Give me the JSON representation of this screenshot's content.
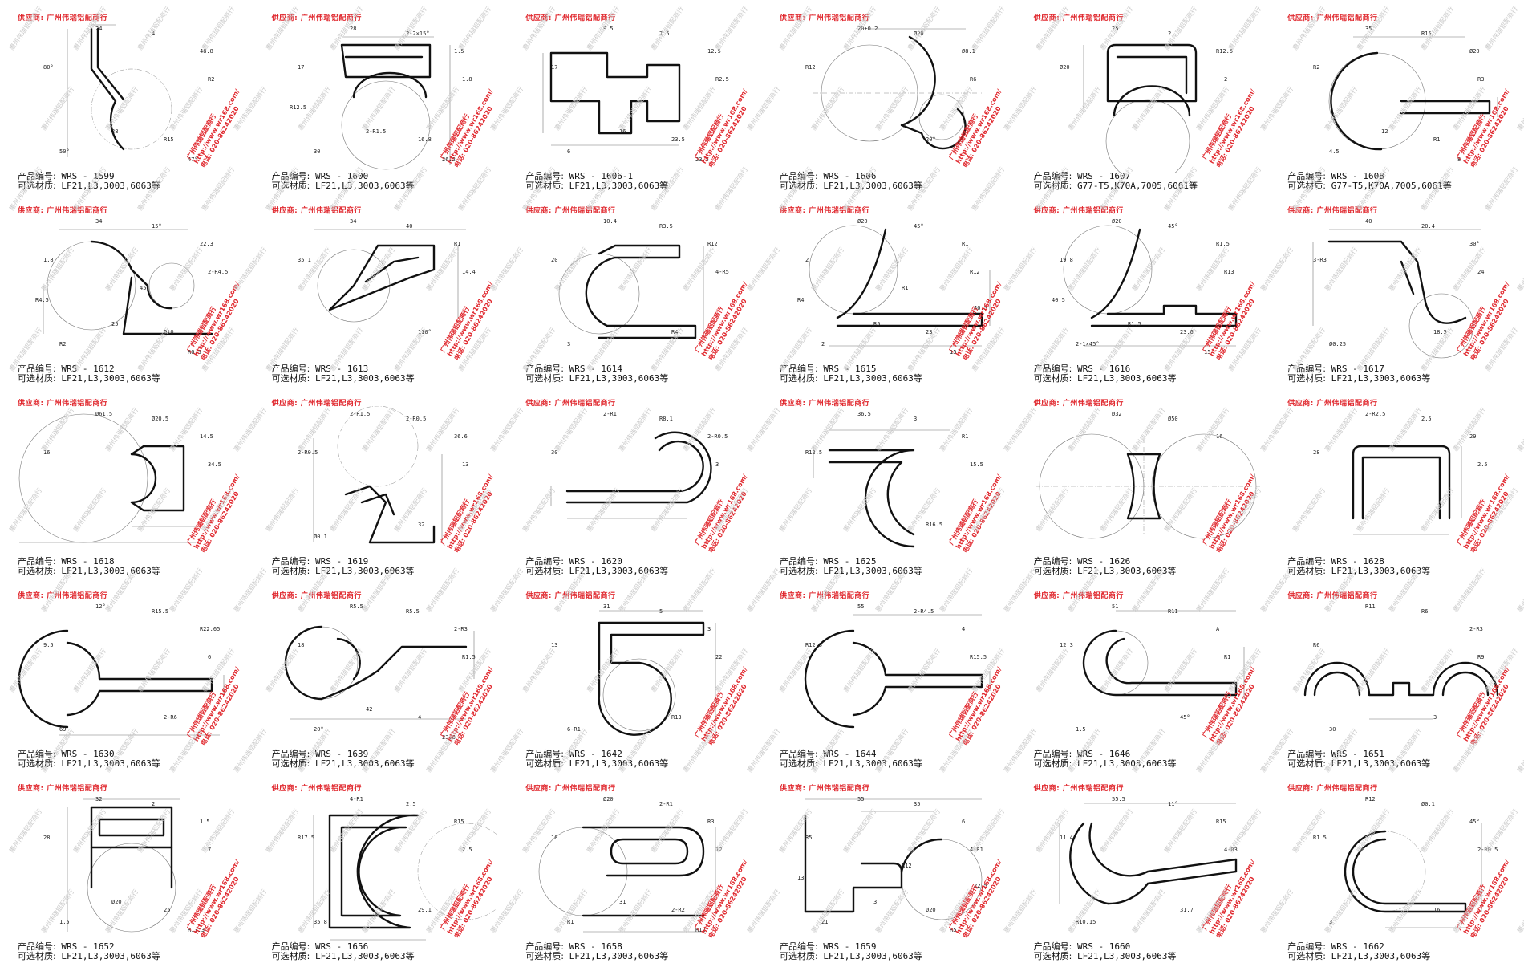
{
  "supplier_label": "供应商: 广州伟瑞铝配商行",
  "stamp_lines": [
    "广州伟瑞铝配商行",
    "http://www.wr168.com/",
    "电话: 020-86242020"
  ],
  "watermark_text": "惠州伟瑞铝配商行",
  "product_prefix": "产品编号:",
  "material_prefix": "可选材质:",
  "accent_color": "#e0282e",
  "products": [
    {
      "code": "WRS - 1599",
      "material": "LF21,L3,3003,6063等",
      "shape": "tail-arc",
      "dims": [
        "24",
        "4",
        "48.8",
        "R2",
        "80°",
        "R15",
        "50°",
        "47°",
        "28"
      ]
    },
    {
      "code": "WRS - 1600",
      "material": "LF21,L3,3003,6063等",
      "shape": "box-circle",
      "dims": [
        "28",
        "2-2×15°",
        "1.5",
        "1.8",
        "17",
        "16.8",
        "30",
        "26.2",
        "2-R1.5",
        "R12.5"
      ]
    },
    {
      "code": "WRS - 1606-1",
      "material": "LF21,L3,3003,6063等",
      "shape": "stepped-bar",
      "dims": [
        "9.5",
        "7.5",
        "12.5",
        "R2.5",
        "17",
        "23.5",
        "6",
        "23.5",
        "16"
      ]
    },
    {
      "code": "WRS - 1606",
      "material": "LF21,L3,3003,6063等",
      "shape": "hook-double",
      "dims": [
        "20±0.2",
        "Ø20",
        "Ø8.1",
        "R6",
        "R12",
        "20°"
      ]
    },
    {
      "code": "WRS - 1607",
      "material": "G77-T5,K70A,7005,6061等",
      "shape": "box-circle-round",
      "dims": [
        "25",
        "2",
        "R12.5",
        "2",
        "Ø20"
      ]
    },
    {
      "code": "WRS - 1608",
      "material": "G77-T5,K70A,7005,6061等",
      "shape": "circle-bar",
      "dims": [
        "35",
        "R15",
        "Ø20",
        "R3",
        "R2",
        "R1",
        "4.5",
        "8",
        "12"
      ]
    },
    {
      "code": "WRS - 1612",
      "material": "LF21,L3,3003,6063等",
      "shape": "double-clamp",
      "dims": [
        "34",
        "15°",
        "22.3",
        "2-R4.5",
        "1.8",
        "Ø10",
        "R2",
        "R0.5",
        "25",
        "R4.5",
        "45"
      ]
    },
    {
      "code": "WRS - 1613",
      "material": "LF21,L3,3003,6063等",
      "shape": "truss",
      "dims": [
        "34",
        "40",
        "R1",
        "14.4",
        "35.1",
        "110°"
      ]
    },
    {
      "code": "WRS - 1614",
      "material": "LF21,L3,3003,6063等",
      "shape": "clamp-tab",
      "dims": [
        "10.4",
        "R3.5",
        "R12",
        "4-R5",
        "20",
        "R4",
        "3"
      ]
    },
    {
      "code": "WRS - 1615",
      "material": "LF21,L3,3003,6063等",
      "shape": "arc-bar",
      "dims": [
        "Ø20",
        "45°",
        "R1",
        "R12",
        "2",
        "23",
        "2",
        "15",
        "R5",
        "R4",
        "R1",
        "40.5"
      ]
    },
    {
      "code": "WRS - 1616",
      "material": "LF21,L3,3003,6063等",
      "shape": "arc-bar-slot",
      "dims": [
        "Ø20",
        "45°",
        "R1.5",
        "R13",
        "19.8",
        "23.6",
        "2-1×45°",
        "15",
        "R1.5",
        "40.5"
      ]
    },
    {
      "code": "WRS - 1617",
      "material": "LF21,L3,3003,6063等",
      "shape": "angled-arm",
      "dims": [
        "40",
        "20.4",
        "30°",
        "24",
        "3-R3",
        "18.5",
        "Ø0.25"
      ]
    },
    {
      "code": "WRS - 1618",
      "material": "LF21,L3,3003,6063等",
      "shape": "big-circle-socket",
      "dims": [
        "Ø61.5",
        "Ø20.5",
        "14.5",
        "34.5",
        "16"
      ]
    },
    {
      "code": "WRS - 1619",
      "material": "LF21,L3,3003,6063等",
      "shape": "stem-clip",
      "dims": [
        "2-R1.5",
        "2-R0.5",
        "36.6",
        "13",
        "2-R0.5",
        "32",
        "Ø0.1"
      ]
    },
    {
      "code": "WRS - 1620",
      "material": "LF21,L3,3003,6063等",
      "shape": "j-hook",
      "dims": [
        "2-R1",
        "R8.1",
        "2-R0.5",
        "3",
        "30"
      ]
    },
    {
      "code": "WRS - 1625",
      "material": "LF21,L3,3003,6063等",
      "shape": "hook-arc",
      "dims": [
        "36.5",
        "3",
        "R1",
        "15.5",
        "R12.5",
        "R16.5"
      ]
    },
    {
      "code": "WRS - 1626",
      "material": "LF21,L3,3003,6063等",
      "shape": "double-circle",
      "dims": [
        "Ø32",
        "Ø50",
        "16"
      ]
    },
    {
      "code": "WRS - 1628",
      "material": "LF21,L3,3003,6063等",
      "shape": "u-channel",
      "dims": [
        "2-R2.5",
        "2.5",
        "29",
        "2.5",
        "28"
      ]
    },
    {
      "code": "WRS - 1630",
      "material": "LF21,L3,3003,6063等",
      "shape": "semicircle-bar",
      "dims": [
        "12°",
        "R15.5",
        "R22.65",
        "6",
        "9.5",
        "2-R6",
        "69"
      ]
    },
    {
      "code": "WRS - 1639",
      "material": "LF21,L3,3003,6063等",
      "shape": "s-curve",
      "dims": [
        "R5.5",
        "R5.5",
        "2-R3",
        "R1.5",
        "18",
        "4",
        "20°",
        "23.8",
        "42"
      ]
    },
    {
      "code": "WRS - 1642",
      "material": "LF21,L3,3003,6063等",
      "shape": "c-clip",
      "dims": [
        "31",
        "5",
        "3",
        "22",
        "13",
        "R13",
        "6-R1"
      ]
    },
    {
      "code": "WRS - 1644",
      "material": "LF21,L3,3003,6063等",
      "shape": "semicircle-long",
      "dims": [
        "55",
        "2-R4.5",
        "4",
        "R15.5",
        "R12.5"
      ]
    },
    {
      "code": "WRS - 1646",
      "material": "LF21,L3,3003,6063等",
      "shape": "hook-long",
      "dims": [
        "51",
        "R11",
        "A",
        "R1",
        "12.3",
        "45°",
        "1.5"
      ]
    },
    {
      "code": "WRS - 1651",
      "material": "LF21,L3,3003,6063等",
      "shape": "double-arch",
      "dims": [
        "R11",
        "R6",
        "2-R3",
        "R9",
        "R6",
        "3",
        "30"
      ]
    },
    {
      "code": "WRS - 1652",
      "material": "LF21,L3,3003,6063等",
      "shape": "box-top-circle",
      "dims": [
        "32",
        "2",
        "1.5",
        "7",
        "28",
        "25",
        "1.5",
        "R13.3",
        "Ø20"
      ]
    },
    {
      "code": "WRS - 1656",
      "material": "LF21,L3,3003,6063等",
      "shape": "frame-arc",
      "dims": [
        "4-R1",
        "2.5",
        "R15",
        "2.5",
        "R17.5",
        "29.1",
        "35.8"
      ]
    },
    {
      "code": "WRS - 1658",
      "material": "LF21,L3,3003,6063等",
      "shape": "slot-circle",
      "dims": [
        "Ø20",
        "2-R1",
        "R3",
        "12",
        "10",
        "2-R2",
        "R1",
        "R12",
        "31"
      ]
    },
    {
      "code": "WRS - 1659",
      "material": "LF21,L3,3003,6063等",
      "shape": "z-slot",
      "dims": [
        "55",
        "35",
        "6",
        "4-R1",
        "R5",
        "Ø20",
        "21",
        "R5",
        "3",
        "13",
        "R12",
        "22.5"
      ]
    },
    {
      "code": "WRS - 1660",
      "material": "LF21,L3,3003,6063等",
      "shape": "fan-bar",
      "dims": [
        "55.5",
        "11°",
        "R15",
        "4-R3",
        "11.4",
        "31.7",
        "R10.15"
      ]
    },
    {
      "code": "WRS - 1662",
      "material": "LF21,L3,3003,6063等",
      "shape": "half-ring-foot",
      "dims": [
        "R12",
        "Ø0.1",
        "45°",
        "2-R0.5",
        "R1.5",
        "16",
        "3"
      ]
    }
  ]
}
